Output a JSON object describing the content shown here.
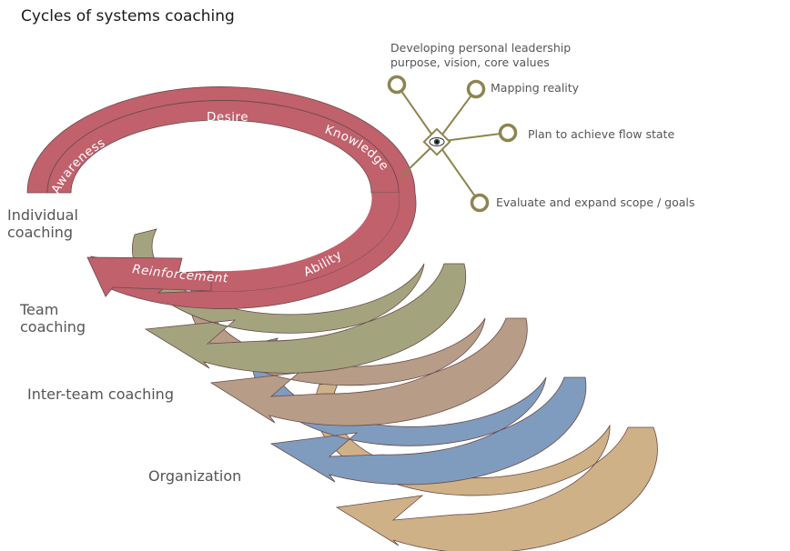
{
  "title": "Cycles of systems coaching",
  "colors": {
    "individual": "#c0616c",
    "team": "#a3a47e",
    "inter_team": "#b79d87",
    "blue": "#7f9cbe",
    "organization": "#cfb187",
    "arrow_stroke": "#6a4a4a",
    "node": "#8d8450"
  },
  "levels": {
    "individual": "Individual\ncoaching",
    "team": "Team\ncoaching",
    "inter_team": "Inter-team coaching",
    "organization": "Organization"
  },
  "cycle_words": {
    "awareness": "Awareness",
    "desire": "Desire",
    "knowledge": "Knowledge",
    "ability": "Ability",
    "reinforcement": "Reinforcement"
  },
  "hub": {
    "center_icon": "eye-icon",
    "nodes": [
      {
        "label": "Developing personal leadership\npurpose, vision, core values"
      },
      {
        "label": "Mapping reality"
      },
      {
        "label": "Plan to achieve flow state"
      },
      {
        "label": "Evaluate and expand scope / goals"
      }
    ]
  }
}
